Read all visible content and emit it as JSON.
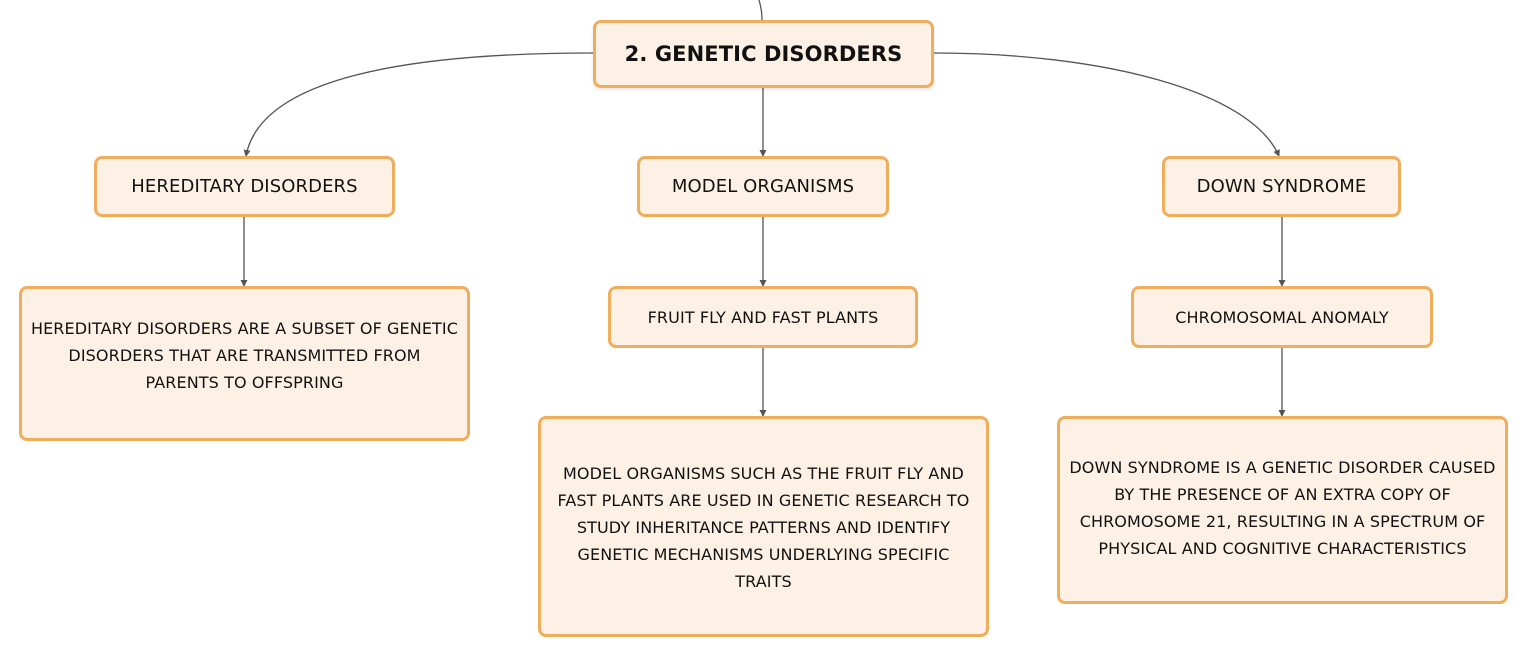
{
  "diagram": {
    "root": {
      "label": "2. GENETIC DISORDERS"
    },
    "branches": {
      "hereditary": {
        "label": "HEREDITARY DISORDERS",
        "description": "HEREDITARY DISORDERS ARE A SUBSET OF GENETIC DISORDERS THAT ARE TRANSMITTED FROM PARENTS TO OFFSPRING"
      },
      "model": {
        "label": "MODEL ORGANISMS",
        "child": "FRUIT FLY AND FAST PLANTS",
        "description": "MODEL ORGANISMS SUCH AS THE FRUIT FLY AND FAST PLANTS ARE USED IN GENETIC RESEARCH TO STUDY INHERITANCE PATTERNS AND IDENTIFY GENETIC MECHANISMS UNDERLYING SPECIFIC TRAITS"
      },
      "down": {
        "label": "DOWN SYNDROME",
        "child": "CHROMOSOMAL ANOMALY",
        "description": "DOWN SYNDROME IS A GENETIC DISORDER CAUSED BY THE PRESENCE OF AN EXTRA COPY OF CHROMOSOME 21, RESULTING IN A SPECTRUM OF PHYSICAL AND COGNITIVE CHARACTERISTICS"
      }
    },
    "colors": {
      "node_fill": "#fdf1e6",
      "node_border": "#f0ad5c",
      "connector": "#555555",
      "text": "#111111"
    }
  }
}
